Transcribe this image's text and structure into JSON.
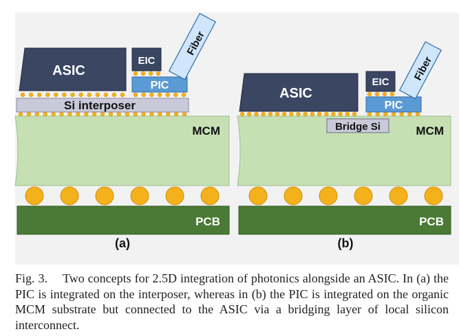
{
  "figure": {
    "panel_a": {
      "label": "(a)",
      "asic": "ASIC",
      "eic": "EIC",
      "pic": "PIC",
      "fiber": "Fiber",
      "interposer": "Si interposer",
      "mcm": "MCM",
      "pcb": "PCB"
    },
    "panel_b": {
      "label": "(b)",
      "asic": "ASIC",
      "eic": "EIC",
      "pic": "PIC",
      "fiber": "Fiber",
      "bridge": "Bridge Si",
      "mcm": "MCM",
      "pcb": "PCB"
    },
    "colors": {
      "asic": "#3a4662",
      "pic": "#5b9bd5",
      "fiber": "#cfe6fb",
      "interposer": "#c9c9d9",
      "mcm": "#c6e0b4",
      "pcb": "#4a7a35",
      "bump": "#f3b11c",
      "background": "#f2f2f2"
    }
  },
  "caption": {
    "tag": "Fig. 3.",
    "text": "Two concepts for 2.5D integration of photonics alongside an ASIC. In (a) the PIC is integrated on the interposer, whereas in (b) the PIC is integrated on the organic MCM substrate but connected to the ASIC via a bridging layer of local silicon interconnect."
  }
}
